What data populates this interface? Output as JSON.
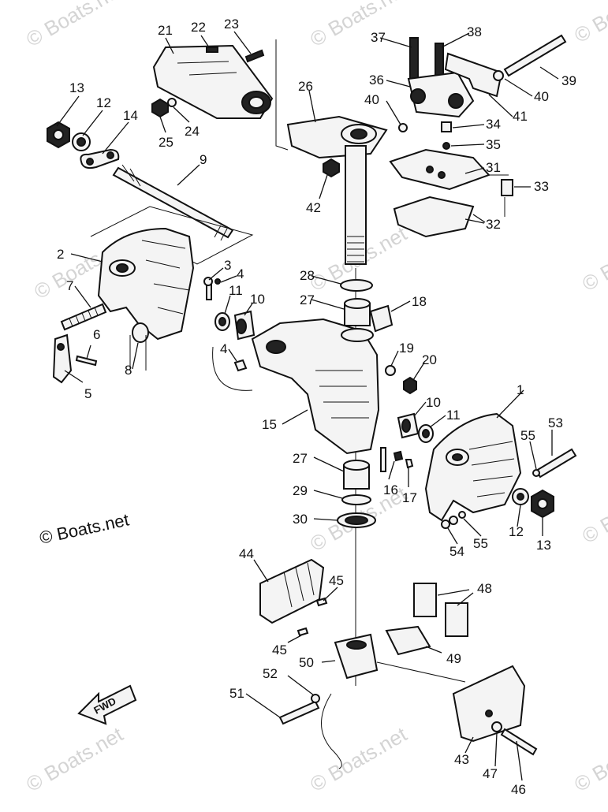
{
  "watermark": "© Boats.net",
  "copyright_label": "© Boats.net",
  "direction_label": "FWD",
  "parts": [
    {
      "id": "p1",
      "number": "1"
    },
    {
      "id": "p2",
      "number": "2"
    },
    {
      "id": "p3",
      "number": "3"
    },
    {
      "id": "p4a",
      "number": "4"
    },
    {
      "id": "p4b",
      "number": "4"
    },
    {
      "id": "p5",
      "number": "5"
    },
    {
      "id": "p6",
      "number": "6"
    },
    {
      "id": "p7",
      "number": "7"
    },
    {
      "id": "p8",
      "number": "8"
    },
    {
      "id": "p9",
      "number": "9"
    },
    {
      "id": "p10a",
      "number": "10"
    },
    {
      "id": "p10b",
      "number": "10"
    },
    {
      "id": "p11a",
      "number": "11"
    },
    {
      "id": "p11b",
      "number": "11"
    },
    {
      "id": "p12a",
      "number": "12"
    },
    {
      "id": "p12b",
      "number": "12"
    },
    {
      "id": "p13a",
      "number": "13"
    },
    {
      "id": "p13b",
      "number": "13"
    },
    {
      "id": "p14",
      "number": "14"
    },
    {
      "id": "p15",
      "number": "15"
    },
    {
      "id": "p16",
      "number": "16"
    },
    {
      "id": "p17",
      "number": "17"
    },
    {
      "id": "p18",
      "number": "18"
    },
    {
      "id": "p19",
      "number": "19"
    },
    {
      "id": "p20",
      "number": "20"
    },
    {
      "id": "p21",
      "number": "21"
    },
    {
      "id": "p22",
      "number": "22"
    },
    {
      "id": "p23",
      "number": "23"
    },
    {
      "id": "p24",
      "number": "24"
    },
    {
      "id": "p25",
      "number": "25"
    },
    {
      "id": "p26",
      "number": "26"
    },
    {
      "id": "p27a",
      "number": "27"
    },
    {
      "id": "p27b",
      "number": "27"
    },
    {
      "id": "p28",
      "number": "28"
    },
    {
      "id": "p29",
      "number": "29"
    },
    {
      "id": "p30",
      "number": "30"
    },
    {
      "id": "p31",
      "number": "31"
    },
    {
      "id": "p32",
      "number": "32"
    },
    {
      "id": "p33",
      "number": "33"
    },
    {
      "id": "p34",
      "number": "34"
    },
    {
      "id": "p35",
      "number": "35"
    },
    {
      "id": "p36",
      "number": "36"
    },
    {
      "id": "p37",
      "number": "37"
    },
    {
      "id": "p38",
      "number": "38"
    },
    {
      "id": "p39",
      "number": "39"
    },
    {
      "id": "p40a",
      "number": "40"
    },
    {
      "id": "p40b",
      "number": "40"
    },
    {
      "id": "p41",
      "number": "41"
    },
    {
      "id": "p42",
      "number": "42"
    },
    {
      "id": "p43",
      "number": "43"
    },
    {
      "id": "p44",
      "number": "44"
    },
    {
      "id": "p45a",
      "number": "45"
    },
    {
      "id": "p45b",
      "number": "45"
    },
    {
      "id": "p46",
      "number": "46"
    },
    {
      "id": "p47",
      "number": "47"
    },
    {
      "id": "p48",
      "number": "48"
    },
    {
      "id": "p49",
      "number": "49"
    },
    {
      "id": "p50",
      "number": "50"
    },
    {
      "id": "p51",
      "number": "51"
    },
    {
      "id": "p52",
      "number": "52"
    },
    {
      "id": "p53",
      "number": "53"
    },
    {
      "id": "p54",
      "number": "54"
    },
    {
      "id": "p55a",
      "number": "55"
    },
    {
      "id": "p55b",
      "number": "55"
    }
  ]
}
